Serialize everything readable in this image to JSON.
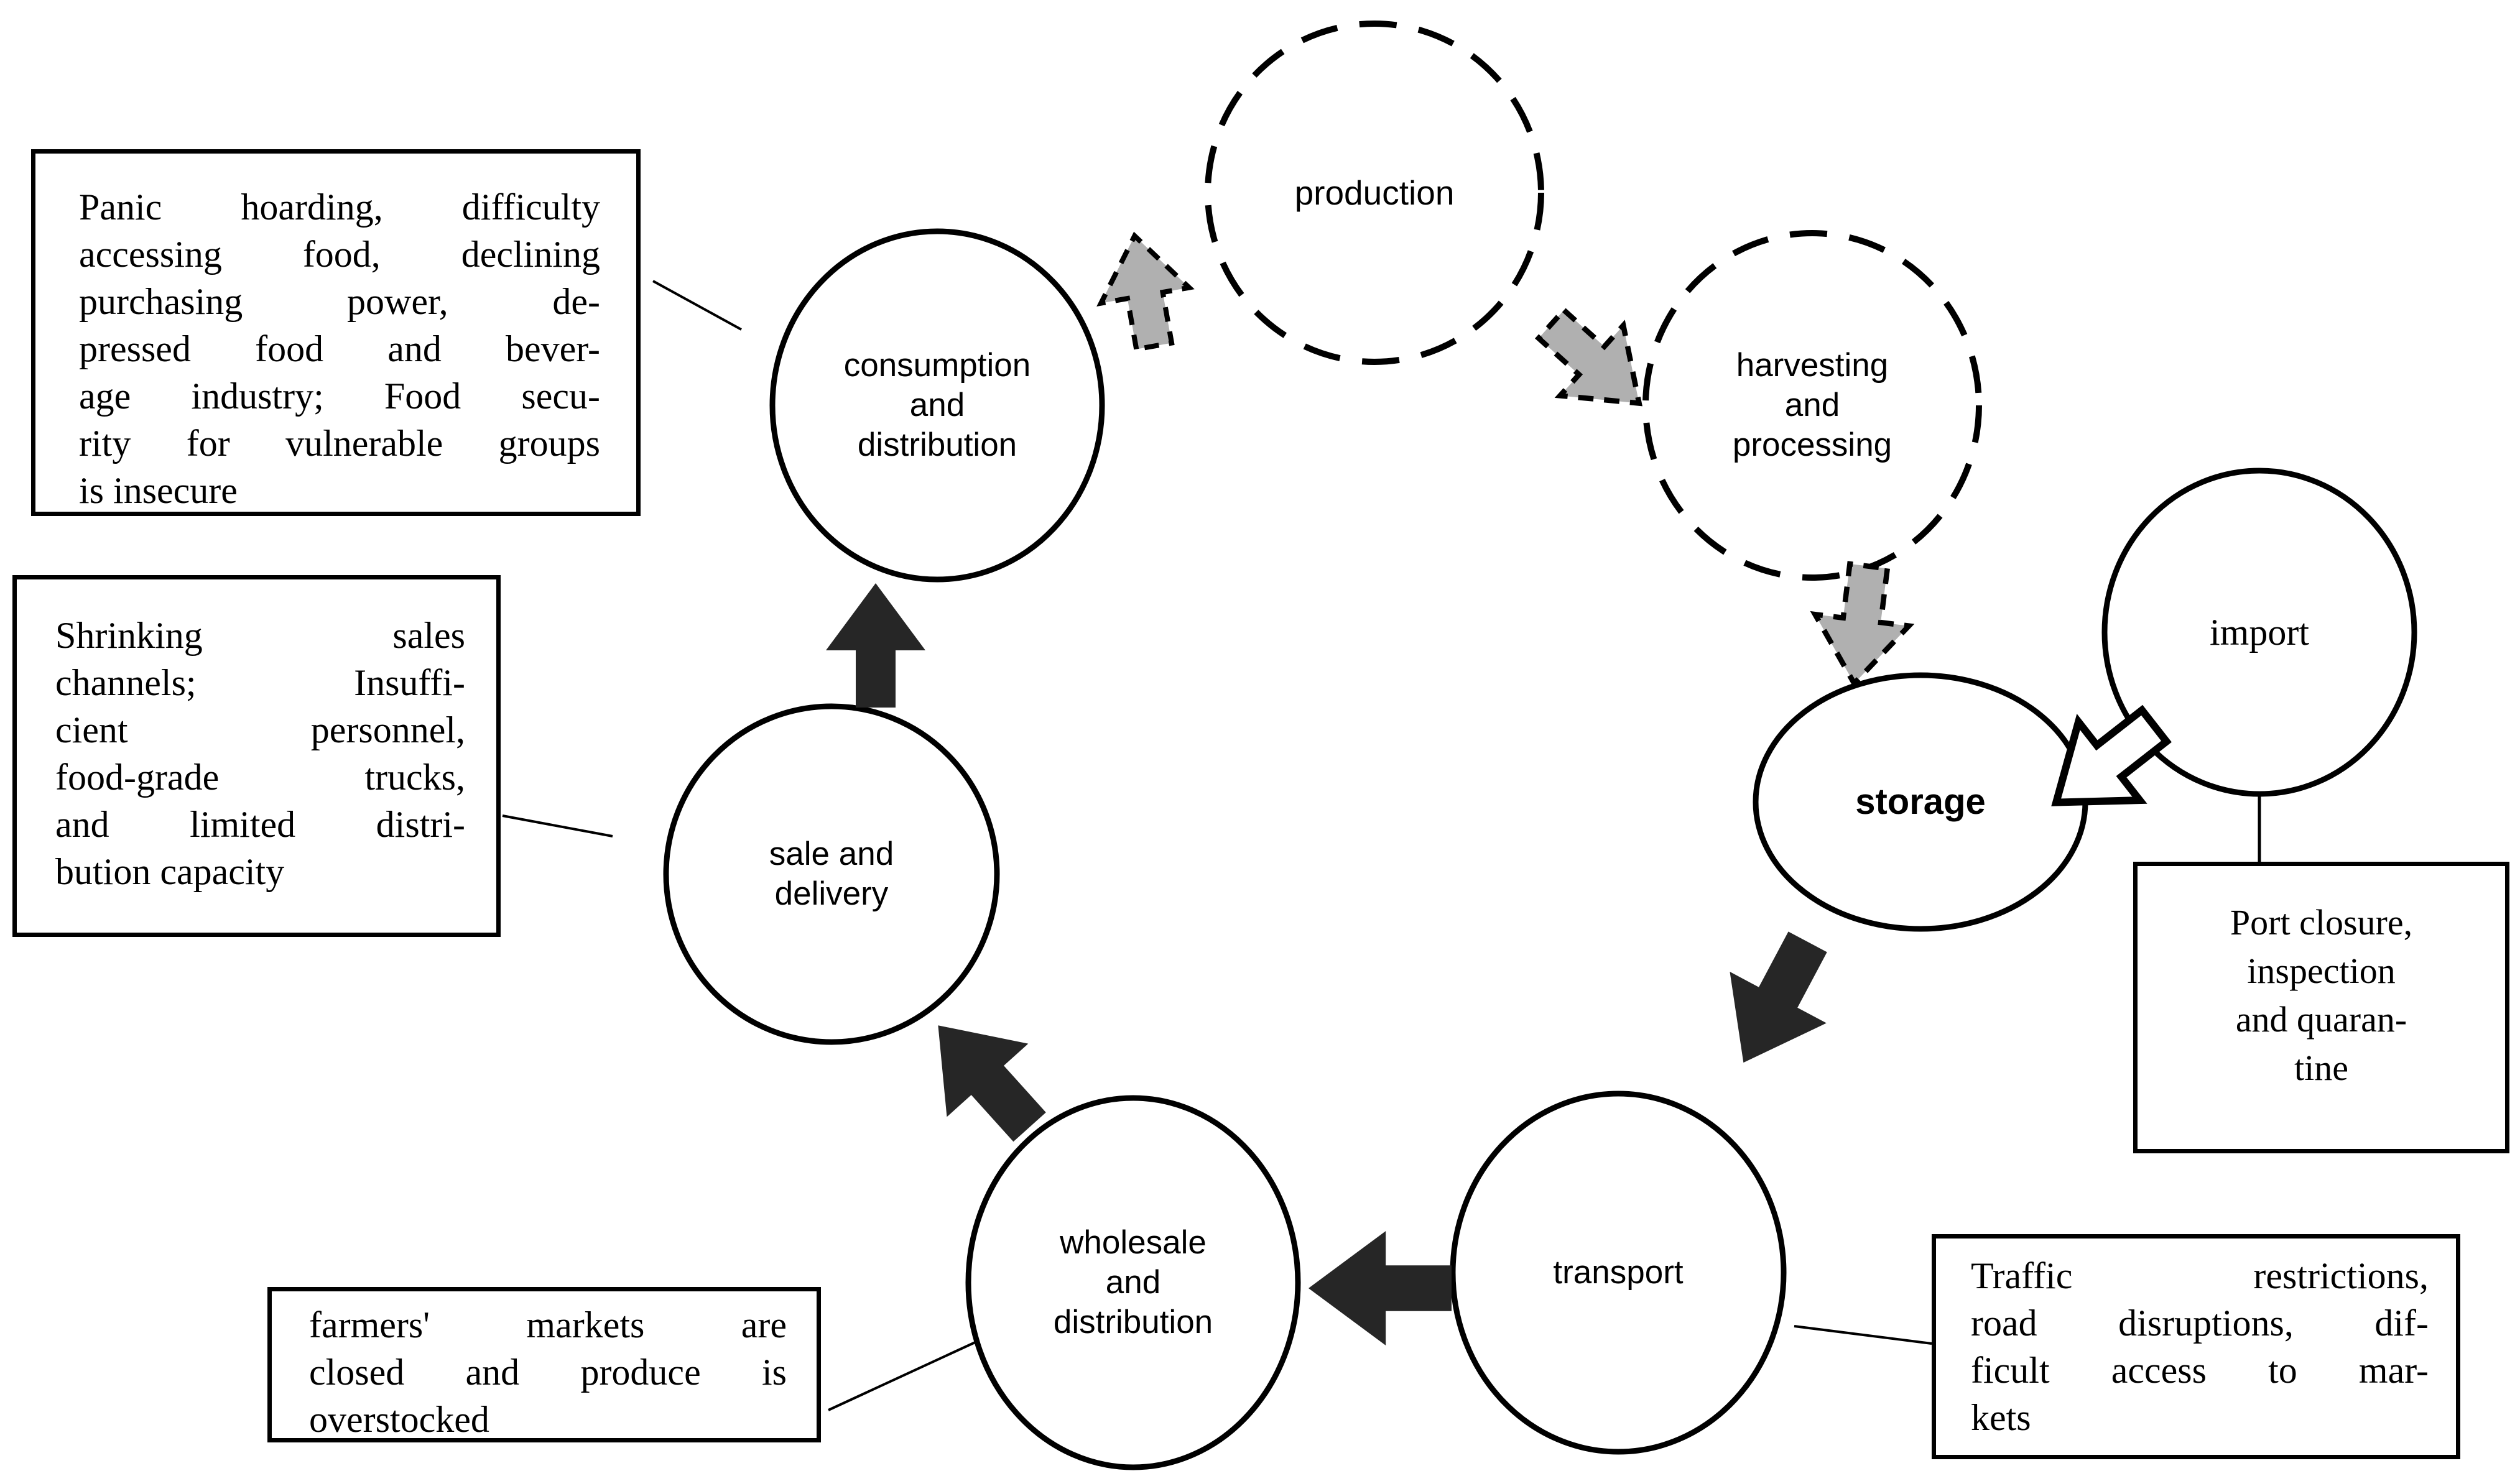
{
  "figure": {
    "type": "cycle-diagram",
    "subject": "food supply chain stages with pandemic disruption notes"
  },
  "colors": {
    "background": "#ffffff",
    "ink": "#000000",
    "arrow_gray": "#b0b0b0",
    "arrow_black": "#262626",
    "arrow_white": "#ffffff"
  },
  "nodes": {
    "production": {
      "label": "production",
      "lines": [
        "production"
      ],
      "outline": "dashed"
    },
    "harvesting": {
      "label": "harvesting and processing",
      "lines": [
        "harvesting",
        "and",
        "processing"
      ],
      "outline": "dashed"
    },
    "import": {
      "label": "import",
      "lines": [
        "import"
      ],
      "outline": "solid"
    },
    "storage": {
      "label": "storage",
      "lines": [
        "storage"
      ],
      "outline": "solid"
    },
    "transport": {
      "label": "transport",
      "lines": [
        "transport"
      ],
      "outline": "solid"
    },
    "wholesale": {
      "label": "wholesale and distribution",
      "lines": [
        "wholesale",
        "and",
        "distribution"
      ],
      "outline": "solid"
    },
    "sale": {
      "label": "sale and delivery",
      "lines": [
        "sale and",
        "delivery"
      ],
      "outline": "solid"
    },
    "consumption": {
      "label": "consumption and distribution",
      "lines": [
        "consumption",
        "and",
        "distribution"
      ],
      "outline": "solid"
    }
  },
  "callouts": {
    "consumption_impacts": {
      "text": "Panic hoarding, difficulty accessing food, declining purchasing power, depressed food and beverage industry; Food security for vulnerable groups is insecure",
      "lines": [
        "Panic hoarding, difficulty",
        "accessing food, declining",
        "purchasing power, de-",
        "pressed food and bever-",
        "age industry; Food secu-",
        "rity for vulnerable groups",
        "is insecure"
      ]
    },
    "sale_impacts": {
      "text": "Shrinking sales channels; Insufficient personnel, food-grade trucks, and limited distribution capacity",
      "lines": [
        "Shrinking sales",
        "channels; Insuffi-",
        "cient personnel,",
        "food-grade trucks,",
        "and limited distri-",
        "bution capacity"
      ]
    },
    "wholesale_impacts": {
      "text": "farmers' markets are closed and produce is overstocked",
      "lines": [
        "farmers' markets are",
        "closed and produce is",
        "overstocked"
      ]
    },
    "import_impacts": {
      "text": "Port closure, inspection and quarantine",
      "lines": [
        "Port closure,",
        "inspection",
        "and quaran-",
        "tine"
      ]
    },
    "transport_impacts": {
      "text": "Traffic restrictions, road disruptions, difficult access to markets",
      "lines": [
        "Traffic restrictions,",
        "road disruptions, dif-",
        "ficult access to mar-",
        "kets"
      ]
    }
  },
  "arrows": [
    {
      "from": "consumption",
      "to": "production",
      "style": "gray-dashed-outline"
    },
    {
      "from": "production",
      "to": "harvesting",
      "style": "gray-dashed-outline"
    },
    {
      "from": "harvesting",
      "to": "storage",
      "style": "gray-dashed-outline"
    },
    {
      "from": "import",
      "to": "storage",
      "style": "white-outline"
    },
    {
      "from": "storage",
      "to": "transport",
      "style": "black"
    },
    {
      "from": "transport",
      "to": "wholesale",
      "style": "black"
    },
    {
      "from": "wholesale",
      "to": "sale",
      "style": "black"
    },
    {
      "from": "sale",
      "to": "consumption",
      "style": "black"
    }
  ]
}
